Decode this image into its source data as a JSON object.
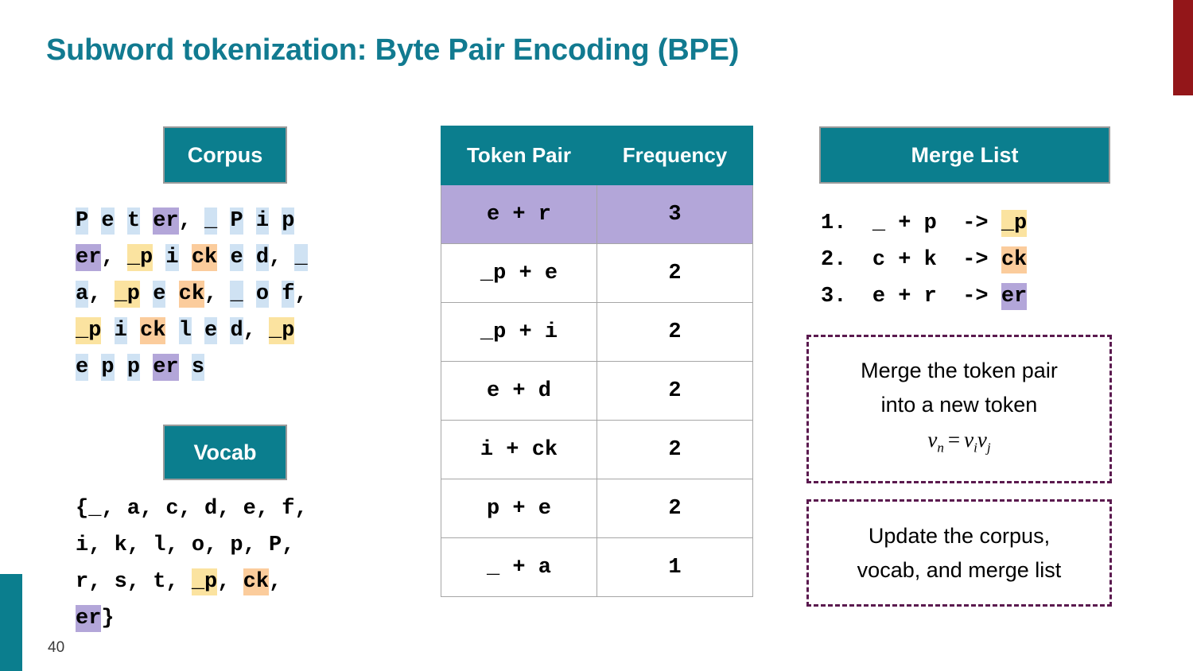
{
  "slide": {
    "title": "Subword tokenization: Byte Pair Encoding (BPE)",
    "page_number": "40",
    "accent_teal": "#0b7e8e",
    "accent_red": "#931619",
    "title_color": "#117a90"
  },
  "highlight_colors": {
    "blue": "#cfe2f3",
    "yellow": "#fbe3a0",
    "orange": "#fbcc9c",
    "purple": "#b3a6d9"
  },
  "corpus": {
    "header": "Corpus",
    "lines": [
      [
        {
          "t": "P",
          "c": "blue"
        },
        {
          "t": " ",
          "c": "none"
        },
        {
          "t": "e",
          "c": "blue"
        },
        {
          "t": " ",
          "c": "none"
        },
        {
          "t": "t",
          "c": "blue"
        },
        {
          "t": " ",
          "c": "none"
        },
        {
          "t": "er",
          "c": "purple"
        },
        {
          "t": ", ",
          "c": "none"
        },
        {
          "t": "_",
          "c": "blue"
        },
        {
          "t": " ",
          "c": "none"
        },
        {
          "t": "P",
          "c": "blue"
        },
        {
          "t": " ",
          "c": "none"
        },
        {
          "t": "i",
          "c": "blue"
        },
        {
          "t": " ",
          "c": "none"
        },
        {
          "t": "p",
          "c": "blue"
        }
      ],
      [
        {
          "t": "er",
          "c": "purple"
        },
        {
          "t": ", ",
          "c": "none"
        },
        {
          "t": "_p",
          "c": "yellow"
        },
        {
          "t": " ",
          "c": "none"
        },
        {
          "t": "i",
          "c": "blue"
        },
        {
          "t": " ",
          "c": "none"
        },
        {
          "t": "ck",
          "c": "orange"
        },
        {
          "t": " ",
          "c": "none"
        },
        {
          "t": "e",
          "c": "blue"
        },
        {
          "t": " ",
          "c": "none"
        },
        {
          "t": "d",
          "c": "blue"
        },
        {
          "t": ", ",
          "c": "none"
        },
        {
          "t": "_",
          "c": "blue"
        }
      ],
      [
        {
          "t": "a",
          "c": "blue"
        },
        {
          "t": ", ",
          "c": "none"
        },
        {
          "t": "_p",
          "c": "yellow"
        },
        {
          "t": " ",
          "c": "none"
        },
        {
          "t": "e",
          "c": "blue"
        },
        {
          "t": " ",
          "c": "none"
        },
        {
          "t": "ck",
          "c": "orange"
        },
        {
          "t": ", ",
          "c": "none"
        },
        {
          "t": "_",
          "c": "blue"
        },
        {
          "t": " ",
          "c": "none"
        },
        {
          "t": "o",
          "c": "blue"
        },
        {
          "t": " ",
          "c": "none"
        },
        {
          "t": "f",
          "c": "blue"
        },
        {
          "t": ",",
          "c": "none"
        }
      ],
      [
        {
          "t": "_p",
          "c": "yellow"
        },
        {
          "t": " ",
          "c": "none"
        },
        {
          "t": "i",
          "c": "blue"
        },
        {
          "t": " ",
          "c": "none"
        },
        {
          "t": "ck",
          "c": "orange"
        },
        {
          "t": " ",
          "c": "none"
        },
        {
          "t": "l",
          "c": "blue"
        },
        {
          "t": " ",
          "c": "none"
        },
        {
          "t": "e",
          "c": "blue"
        },
        {
          "t": " ",
          "c": "none"
        },
        {
          "t": "d",
          "c": "blue"
        },
        {
          "t": ", ",
          "c": "none"
        },
        {
          "t": "_p",
          "c": "yellow"
        }
      ],
      [
        {
          "t": "e",
          "c": "blue"
        },
        {
          "t": " ",
          "c": "none"
        },
        {
          "t": "p",
          "c": "blue"
        },
        {
          "t": " ",
          "c": "none"
        },
        {
          "t": "p",
          "c": "blue"
        },
        {
          "t": " ",
          "c": "none"
        },
        {
          "t": "er",
          "c": "purple"
        },
        {
          "t": " ",
          "c": "none"
        },
        {
          "t": "s",
          "c": "blue"
        }
      ]
    ]
  },
  "vocab": {
    "header": "Vocab",
    "lines": [
      [
        {
          "t": "{_, a, c, d, e, f,",
          "c": "none"
        }
      ],
      [
        {
          "t": "i, k, l, o, p, P,",
          "c": "none"
        }
      ],
      [
        {
          "t": "r, s, t, ",
          "c": "none"
        },
        {
          "t": "_p",
          "c": "yellow"
        },
        {
          "t": ", ",
          "c": "none"
        },
        {
          "t": "ck",
          "c": "orange"
        },
        {
          "t": ",",
          "c": "none"
        }
      ],
      [
        {
          "t": "er",
          "c": "purple"
        },
        {
          "t": "}",
          "c": "none"
        }
      ]
    ]
  },
  "freq_table": {
    "columns": [
      "Token Pair",
      "Frequency"
    ],
    "rows": [
      {
        "pair": "e  + r",
        "freq": "3",
        "highlighted": true
      },
      {
        "pair": "_p + e",
        "freq": "2",
        "highlighted": false
      },
      {
        "pair": "_p + i",
        "freq": "2",
        "highlighted": false
      },
      {
        "pair": "e  + d",
        "freq": "2",
        "highlighted": false
      },
      {
        "pair": "i + ck",
        "freq": "2",
        "highlighted": false
      },
      {
        "pair": "p  + e",
        "freq": "2",
        "highlighted": false
      },
      {
        "pair": "_  + a",
        "freq": "1",
        "highlighted": false
      }
    ]
  },
  "merge_list": {
    "header": "Merge List",
    "entries": [
      {
        "index": "1.",
        "left": "_ + p",
        "arrow": "->",
        "result": "_p",
        "color": "yellow"
      },
      {
        "index": "2.",
        "left": "c + k",
        "arrow": "->",
        "result": "ck",
        "color": "orange"
      },
      {
        "index": "3.",
        "left": "e + r",
        "arrow": "->",
        "result": "er",
        "color": "purple"
      }
    ]
  },
  "notes": {
    "merge_note": {
      "line1": "Merge the token pair",
      "line2": "into a new token",
      "formula": {
        "lhs_base": "v",
        "lhs_sub": "n",
        "eq": "=",
        "rhs1_base": "v",
        "rhs1_sub": "i",
        "rhs2_base": "v",
        "rhs2_sub": "j"
      }
    },
    "update_note": {
      "line1": "Update the corpus,",
      "line2": "vocab, and merge list"
    }
  }
}
